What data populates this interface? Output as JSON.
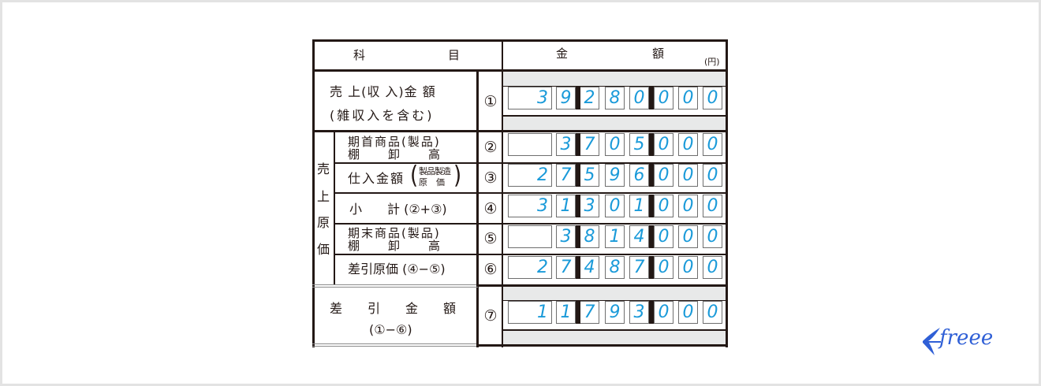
{
  "header": {
    "subject_label_1": "科",
    "subject_label_2": "目",
    "amount_label_1": "金",
    "amount_label_2": "額",
    "unit": "(円)"
  },
  "rows": [
    {
      "number": "①",
      "label_line1": "売 上(収 入)金 額",
      "label_line2": "(雑収入を含む)",
      "digits": [
        "3",
        "9",
        "2",
        "8",
        "0",
        "0",
        "0",
        "0"
      ],
      "amount": "39280000"
    },
    {
      "number": "②",
      "label_line1": "期首商品(製品)",
      "label_line2": "棚　　卸　　高",
      "digits": [
        "",
        "3",
        "7",
        "0",
        "5",
        "0",
        "0",
        "0"
      ],
      "amount": "3705000"
    },
    {
      "number": "③",
      "label_main": "仕入金額",
      "label_sub1": "製品製造",
      "label_sub2": "原　価",
      "digits": [
        "2",
        "7",
        "5",
        "9",
        "6",
        "0",
        "0",
        "0"
      ],
      "amount": "27596000"
    },
    {
      "number": "④",
      "label_main": "小　　計 (②+③)",
      "digits": [
        "3",
        "1",
        "3",
        "0",
        "1",
        "0",
        "0",
        "0"
      ],
      "amount": "31301000"
    },
    {
      "number": "⑤",
      "label_line1": "期末商品(製品)",
      "label_line2": "棚　　卸　　高",
      "digits": [
        "",
        "3",
        "8",
        "1",
        "4",
        "0",
        "0",
        "0"
      ],
      "amount": "3814000"
    },
    {
      "number": "⑥",
      "label_main": "差引原価 (④−⑤)",
      "digits": [
        "2",
        "7",
        "4",
        "8",
        "7",
        "0",
        "0",
        "0"
      ],
      "amount": "27487000"
    },
    {
      "number": "⑦",
      "label_line1": "差　　引　　金　　額",
      "label_line2": "(①−⑥)",
      "digits": [
        "1",
        "1",
        "7",
        "9",
        "3",
        "0",
        "0",
        "0"
      ],
      "amount": "11793000"
    }
  ],
  "cost_group_label": [
    "売",
    "上",
    "原",
    "価"
  ],
  "brand": {
    "name": "freee",
    "color": "#2f5fd6"
  },
  "colors": {
    "digit": "#1a9ad9",
    "line": "#231815",
    "shade": "#e8e9e9"
  }
}
